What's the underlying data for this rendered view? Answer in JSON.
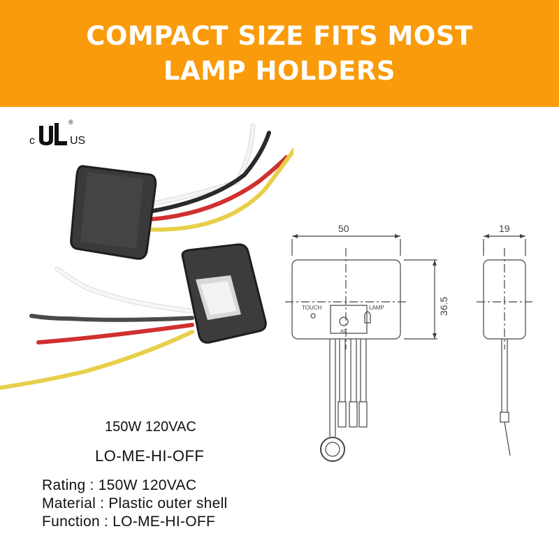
{
  "banner": {
    "line1": "COMPACT SIZE FITS MOST",
    "line2": "LAMP HOLDERS",
    "color": "#f99b0b"
  },
  "certification": {
    "icon": "ul-listed-mark-icon",
    "left_text": "c",
    "right_text": "US",
    "registered": "®"
  },
  "drawing": {
    "width_dim": "50",
    "height_dim": "36.5",
    "depth_dim": "19",
    "touch_label": "TOUCH",
    "lamp_label": "LAMP",
    "ac_label": "AC"
  },
  "specs": {
    "power": "150W 120VAC",
    "modes": "LO-ME-HI-OFF",
    "rows": [
      {
        "label": "Rating",
        "value": "150W  120VAC"
      },
      {
        "label": "Material",
        "value": "Plastic outer shell"
      },
      {
        "label": "Function",
        "value": "LO-ME-HI-OFF"
      }
    ]
  }
}
